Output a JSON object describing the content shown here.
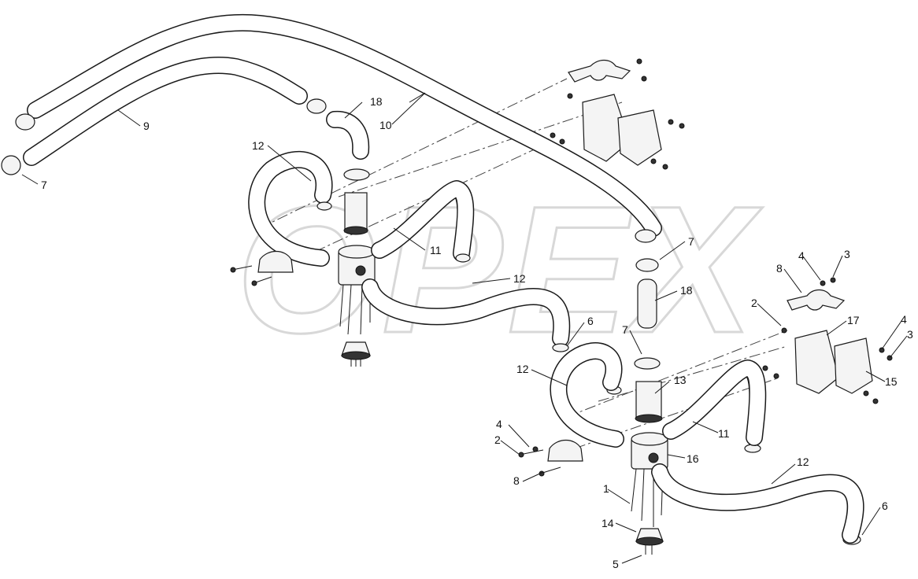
{
  "watermark": {
    "text": "OPEX"
  },
  "callouts": {
    "c1": "1",
    "c2a": "2",
    "c2b": "2",
    "c3a": "3",
    "c3b": "3",
    "c4a": "4",
    "c4b": "4",
    "c4c": "4",
    "c5": "5",
    "c6a": "6",
    "c6b": "6",
    "c7a": "7",
    "c7b": "7",
    "c7c": "7",
    "c8a": "8",
    "c8b": "8",
    "c9": "9",
    "c10": "10",
    "c11a": "11",
    "c11b": "11",
    "c12a": "12",
    "c12b": "12",
    "c12c": "12",
    "c12d": "12",
    "c13": "13",
    "c14": "14",
    "c15": "15",
    "c16": "16",
    "c17": "17",
    "c18a": "18",
    "c18b": "18"
  }
}
